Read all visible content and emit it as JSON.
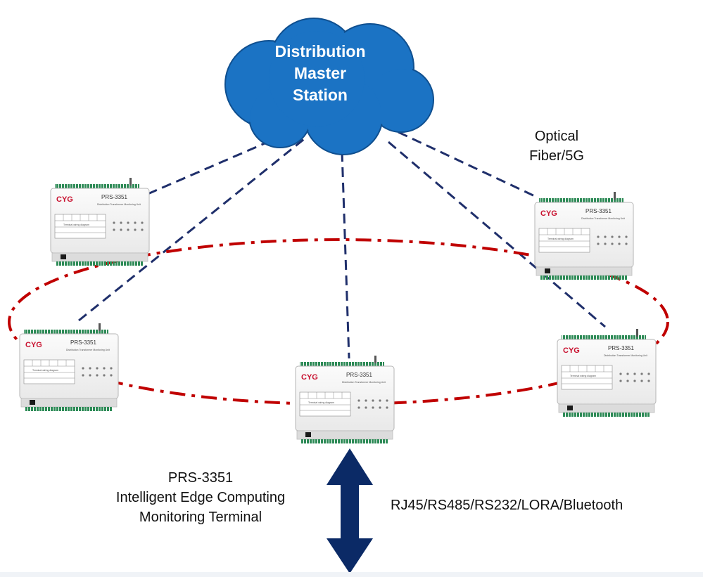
{
  "master_station": {
    "lines": [
      "Distribution",
      "Master",
      "Station"
    ],
    "cloud_color": "#1b73c4"
  },
  "link_label": {
    "lines": [
      "Optical",
      "Fiber/5G"
    ]
  },
  "terminal": {
    "brand": "CYG",
    "model": "PRS-3351",
    "subtitle": "Distribution Transformer Monitoring Unit",
    "wiring_label": "Terminal wiring diagram"
  },
  "caption": {
    "lines": [
      "PRS-3351",
      "Intelligent Edge Computing",
      "Monitoring Terminal"
    ]
  },
  "interfaces_label": "RJ45/RS485/RS232/LORA/Bluetooth",
  "colors": {
    "wan_link": "#1f2f6b",
    "ring_link": "#c00000",
    "arrow": "#0b2a66",
    "brand": "#c8102e"
  }
}
